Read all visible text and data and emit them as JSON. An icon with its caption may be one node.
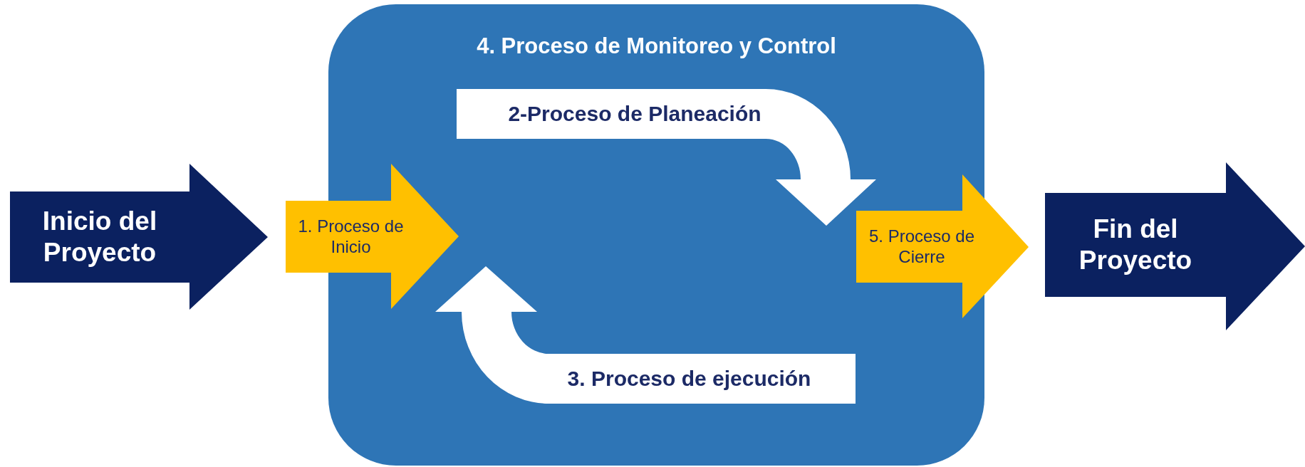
{
  "diagram": {
    "nodes": [
      {
        "text": [
          "Inicio del Proyecto"
        ]
      },
      {
        "text": [
          "4. Proceso de Monitoreo y Control"
        ]
      },
      {
        "text": [
          "1. Proceso de Inicio"
        ]
      },
      {
        "text": [
          "2-Proceso de Planeación"
        ],
        "in": 1
      },
      {
        "text": [
          "3. Proceso de ejecución"
        ],
        "in": 1
      },
      {
        "text": [
          "5. Proceso de Cierre"
        ]
      },
      {
        "text": [
          "Fin del Proyecto"
        ]
      }
    ]
  }
}
